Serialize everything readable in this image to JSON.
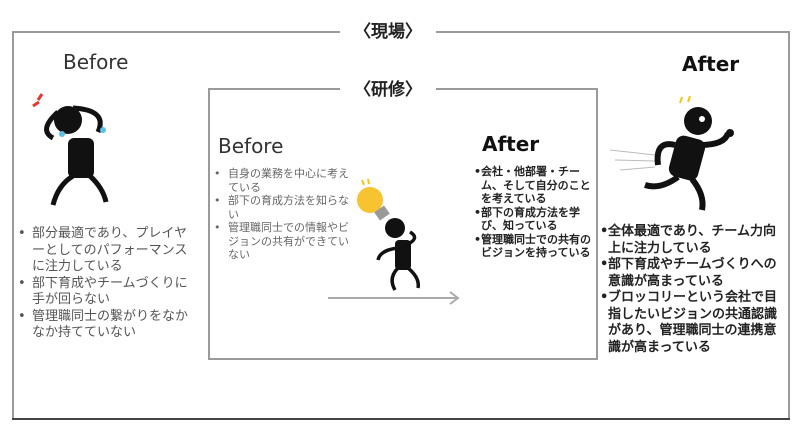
{
  "outer": {
    "label": "〈現場〉",
    "before_title": "Before",
    "after_title": "After",
    "before_items": [
      "部分最適であり、プレイヤーとしてのパフォーマンスに注力している",
      "部下育成やチームづくりに手が回らない",
      "管理職同士の繋がりをなかなか持てていない"
    ],
    "after_items": [
      "全体最適であり、チーム力向上に注力している",
      "部下育成やチームづくりへの意識が高まっている",
      "ブロッコリーという会社で目指したいビジョンの共通認識があり、管理職同士の連携意識が高まっている"
    ]
  },
  "inner": {
    "label": "〈研修〉",
    "before_title": "Before",
    "after_title": "After",
    "before_items": [
      "自身の業務を中心に考えている",
      "部下の育成方法を知らない",
      "管理職同士での情報やビジョンの共有ができていない"
    ],
    "after_items": [
      "会社・他部署・チーム、そして自分のことを考えている",
      "部下の育成方法を学び、知っている",
      "管理職同士での共有のビジョンを持っている"
    ]
  },
  "colors": {
    "bulb": "#f7c331",
    "sweat": "#5bc0e8",
    "stress": "#e53935",
    "spark": "#f5c518",
    "border": "#9a9a9a"
  }
}
